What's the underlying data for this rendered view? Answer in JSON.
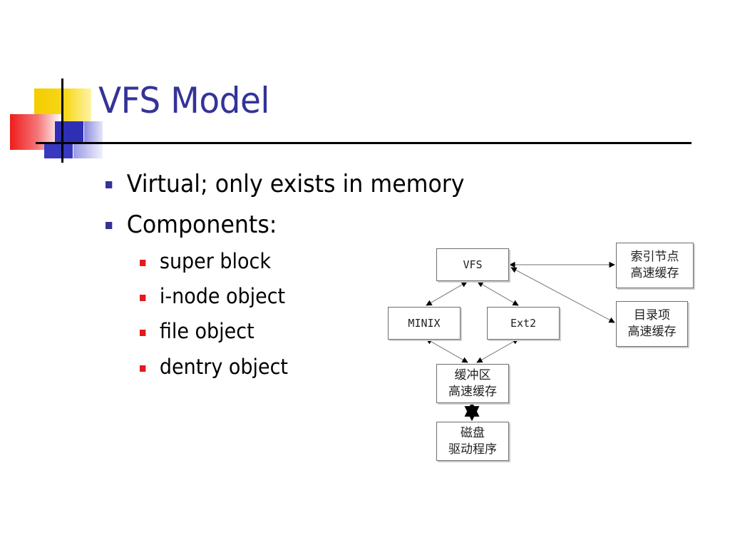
{
  "slide": {
    "title": "VFS Model",
    "bullets": [
      {
        "text": "Virtual; only exists in memory"
      },
      {
        "text": "Components:"
      }
    ],
    "sub_bullets": [
      {
        "text": "super block"
      },
      {
        "text": "i-node object"
      },
      {
        "text": "file object"
      },
      {
        "text": "dentry object"
      }
    ]
  },
  "diagram": {
    "nodes": {
      "vfs": "VFS",
      "minix": "MINIX",
      "ext2": "Ext2",
      "inode_cache": "索引节点\n高速缓存",
      "dentry_cache": "目录项\n高速缓存",
      "buffer_cache": "缓冲区\n高速缓存",
      "disk_driver": "磁盘\n驱动程序"
    }
  },
  "colors": {
    "title": "#333399",
    "bullet_level1": "#333399",
    "bullet_level2": "#e3191c",
    "logo_yellow": "#f4cc00",
    "logo_red": "#ef1c1c",
    "logo_blue": "#2f2fb6"
  }
}
